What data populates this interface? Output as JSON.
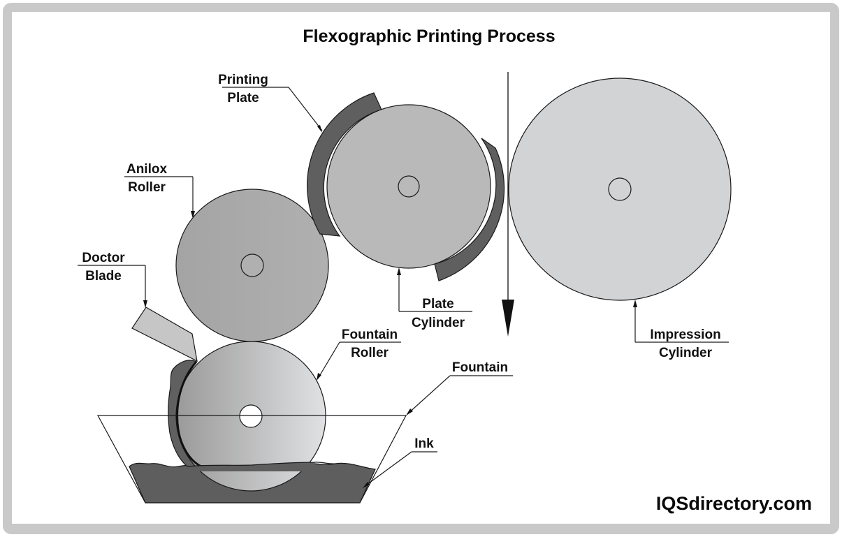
{
  "diagram": {
    "title": "Flexographic Printing Process",
    "brand": "IQSdirectory.com",
    "colors": {
      "frame": "#c9c9c9",
      "plate": "#5f5f5f",
      "ink": "#5e5e5e",
      "anilox": "#a9a9a9",
      "plate_cylinder": "#b9b9b9",
      "impression_cylinder": "#d2d3d5",
      "doctor_blade": "#c6c6c6"
    },
    "labels": {
      "printing_plate": [
        "Printing",
        "Plate"
      ],
      "anilox_roller": [
        "Anilox",
        "Roller"
      ],
      "doctor_blade": [
        "Doctor",
        "Blade"
      ],
      "plate_cylinder": [
        "Plate",
        "Cylinder"
      ],
      "fountain_roller": [
        "Fountain",
        "Roller"
      ],
      "fountain": "Fountain",
      "ink": "Ink",
      "impression_cylinder": [
        "Impression",
        "Cylinder"
      ]
    }
  }
}
